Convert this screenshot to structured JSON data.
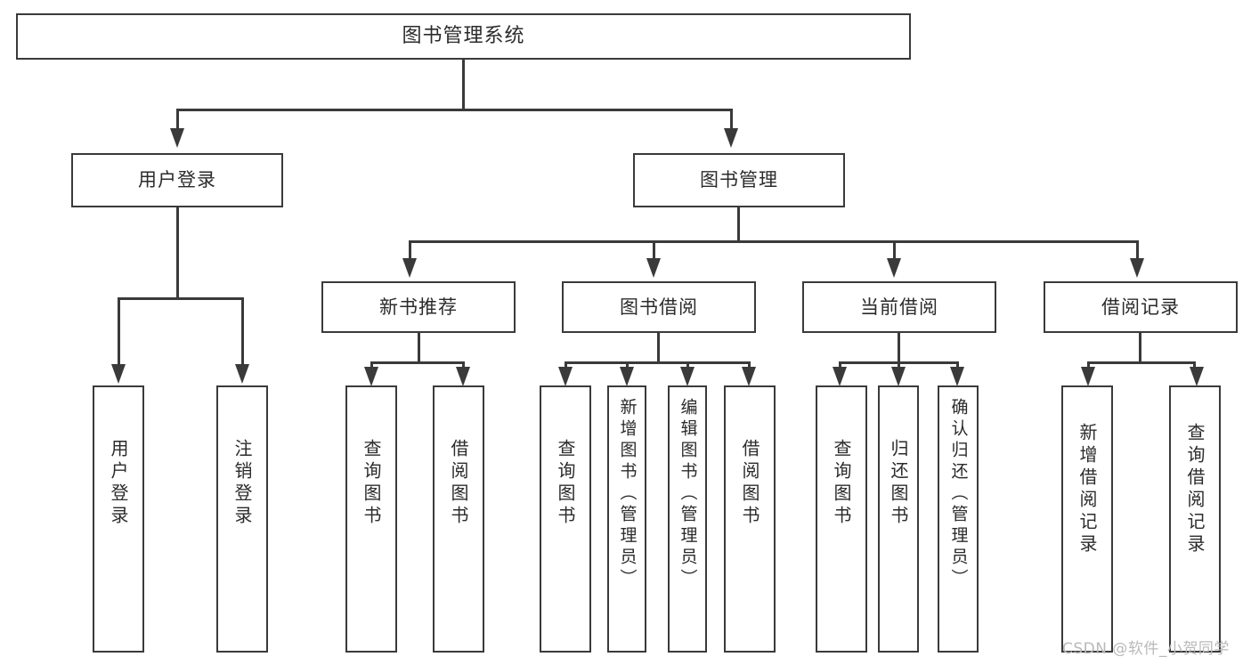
{
  "diagram": {
    "title": "图书管理系统",
    "type": "功能结构图",
    "watermark": "CSDN @软件_小贺同学",
    "colors": {
      "stroke": "#3a3a3a",
      "text": "#2b2b2b",
      "background": "#ffffff",
      "watermark": "#b9b9b9"
    }
  },
  "root": {
    "label": "图书管理系统"
  },
  "level2": [
    {
      "label": "用户登录"
    },
    {
      "label": "图书管理"
    }
  ],
  "level3": [
    {
      "label": "新书推荐"
    },
    {
      "label": "图书借阅"
    },
    {
      "label": "当前借阅"
    },
    {
      "label": "借阅记录"
    }
  ],
  "leaves": {
    "user_login": [
      {
        "label": "用户登录"
      },
      {
        "label": "注销登录"
      }
    ],
    "new_book": [
      {
        "label": "查询图书"
      },
      {
        "label": "借阅图书"
      }
    ],
    "book_borrow": [
      {
        "label": "查询图书"
      },
      {
        "label": "新增图书（管理员）"
      },
      {
        "label": "编辑图书（管理员）"
      },
      {
        "label": "借阅图书"
      }
    ],
    "current_borrow": [
      {
        "label": "查询图书"
      },
      {
        "label": "归还图书"
      },
      {
        "label": "确认归还（管理员）"
      }
    ],
    "borrow_record": [
      {
        "label": "新增借阅记录"
      },
      {
        "label": "查询借阅记录"
      }
    ]
  }
}
